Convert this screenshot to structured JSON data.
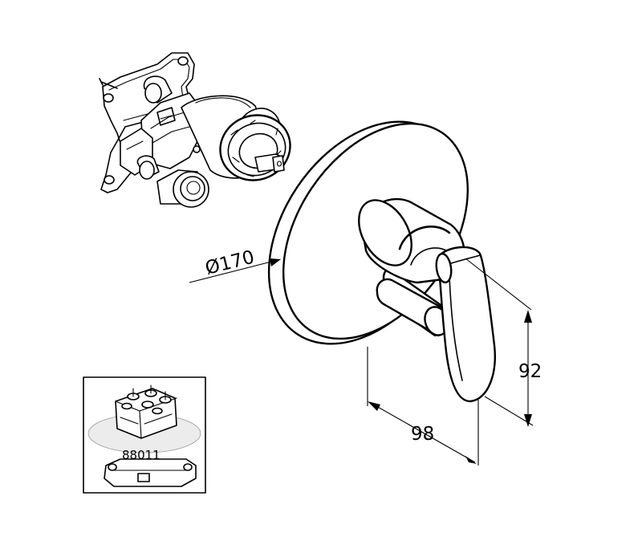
{
  "dimensions": {
    "diameter_label": "Ø170",
    "height_label": "92",
    "depth_label": "98"
  },
  "inset": {
    "part_number": "88011"
  }
}
